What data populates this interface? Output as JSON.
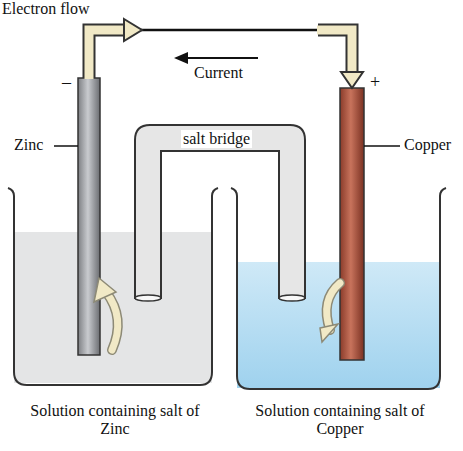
{
  "diagram": {
    "labels": [
      "Electron flow",
      "Current",
      "–",
      "+",
      "Zinc",
      "salt bridge",
      "Copper",
      "Solution containing salt of Zinc",
      "Solution containing salt of Copper"
    ]
  }
}
